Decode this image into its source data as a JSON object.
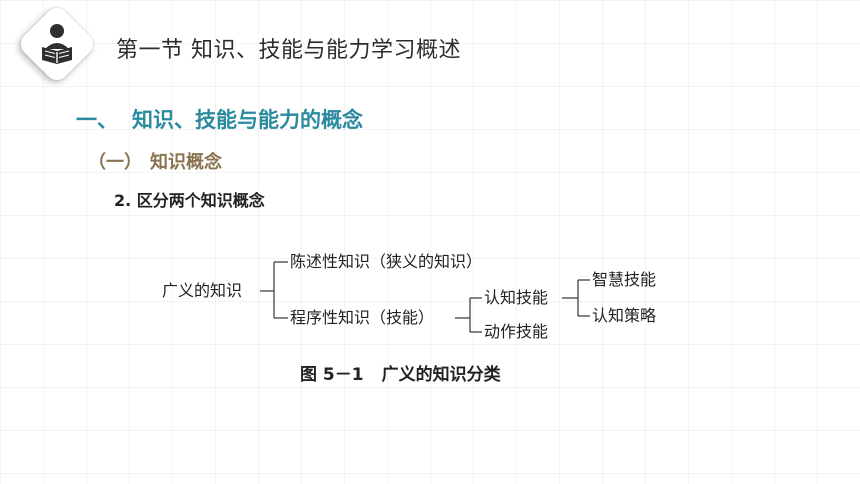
{
  "header": {
    "title": "第一节  知识、技能与能力学习概述",
    "logo_icon": "reader-book-icon"
  },
  "section": {
    "number": "一、",
    "title": "知识、技能与能力的概念"
  },
  "subsection": {
    "number": "（一）",
    "title": "知识概念"
  },
  "point": {
    "title": "2. 区分两个知识概念"
  },
  "diagram": {
    "root": "广义的知识",
    "children": [
      {
        "label": "陈述性知识（狭义的知识）"
      },
      {
        "label": "程序性知识（技能）",
        "children": [
          {
            "label": "认知技能",
            "children": [
              {
                "label": "智慧技能"
              },
              {
                "label": "认知策略"
              }
            ]
          },
          {
            "label": "动作技能"
          }
        ]
      }
    ]
  },
  "caption": {
    "figure_number": "图 5－1",
    "title": "广义的知识分类"
  },
  "colors": {
    "section_title": "#2a8a9e",
    "subsection_title": "#8a7350",
    "text": "#222222"
  }
}
